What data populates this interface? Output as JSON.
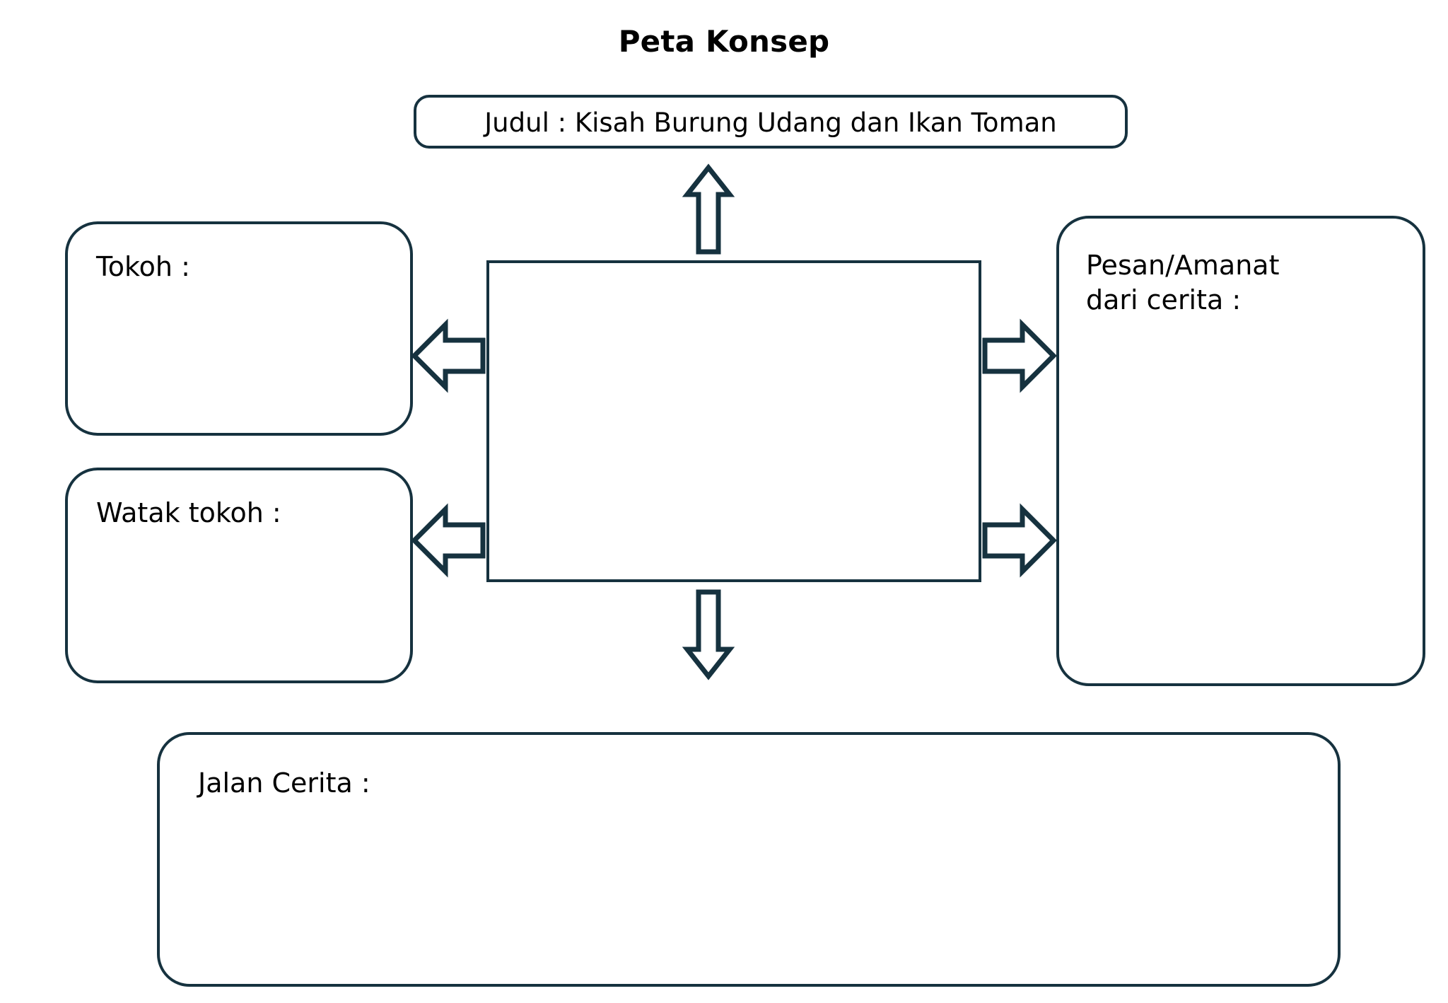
{
  "page": {
    "title": "Peta Konsep",
    "background_color": "#ffffff",
    "line_color": "#16323f",
    "text_color": "#000000"
  },
  "nodes": {
    "judul": {
      "label": "Judul : Kisah Burung Udang dan Ikan Toman",
      "shape": "rounded-rectangle"
    },
    "tokoh": {
      "label": "Tokoh :",
      "shape": "rounded-rectangle"
    },
    "watak": {
      "label": "Watak tokoh :",
      "shape": "rounded-rectangle"
    },
    "center": {
      "label": "",
      "shape": "rectangle"
    },
    "pesan": {
      "label": "Pesan/Amanat\ndari cerita :",
      "shape": "rounded-rectangle"
    },
    "jalan": {
      "label": "Jalan Cerita :",
      "shape": "rounded-rectangle"
    }
  },
  "arrows": [
    {
      "name": "arrow-up",
      "direction": "up",
      "from": "center",
      "to": "judul"
    },
    {
      "name": "arrow-left-top",
      "direction": "left",
      "from": "center",
      "to": "tokoh"
    },
    {
      "name": "arrow-left-bottom",
      "direction": "left",
      "from": "center",
      "to": "watak"
    },
    {
      "name": "arrow-right-top",
      "direction": "right",
      "from": "center",
      "to": "pesan"
    },
    {
      "name": "arrow-right-bottom",
      "direction": "right",
      "from": "center",
      "to": "pesan"
    },
    {
      "name": "arrow-down",
      "direction": "down",
      "from": "center",
      "to": "jalan"
    }
  ]
}
